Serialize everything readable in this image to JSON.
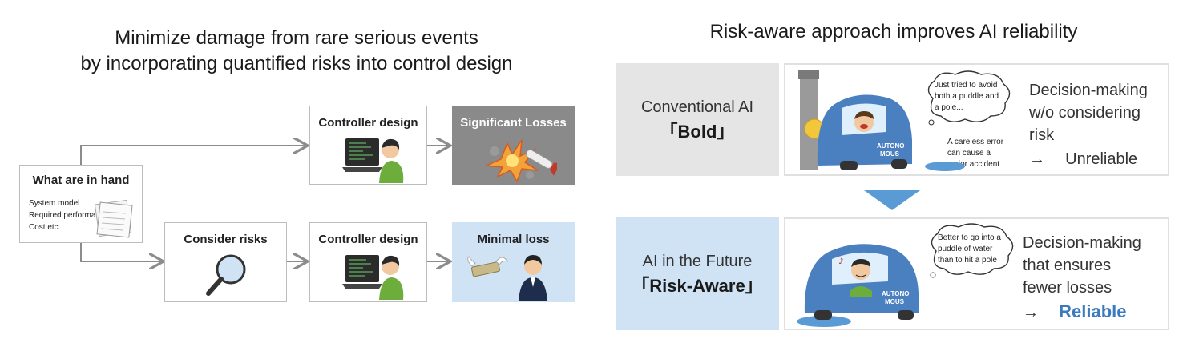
{
  "left": {
    "title_line1": "Minimize damage from rare serious events",
    "title_line2": "by incorporating quantified risks into control design",
    "in_hand": {
      "title": "What are in hand",
      "items": [
        "System model",
        "Required performance",
        "Cost etc"
      ]
    },
    "top_row": {
      "controller_label": "Controller design",
      "outcome_label": "Significant Losses"
    },
    "bottom_row": {
      "consider_label": "Consider risks",
      "controller_label": "Controller design",
      "outcome_label": "Minimal loss"
    }
  },
  "right": {
    "title": "Risk-aware approach improves AI reliability",
    "conventional": {
      "line1": "Conventional AI",
      "line2": "「Bold」",
      "bubble": [
        "Just tried to avoid",
        "both a puddle and",
        "a pole..."
      ],
      "note": [
        "A careless error",
        "can cause a",
        "major accident"
      ],
      "car_text": [
        "AUTONO",
        "MOUS"
      ],
      "desc": [
        "Decision-making",
        "w/o considering",
        "risk"
      ],
      "arrow": "→",
      "verdict": "Unreliable"
    },
    "future": {
      "line1": "AI in the Future",
      "line2": "「Risk-Aware」",
      "bubble": [
        "Better to go into a",
        "puddle of water",
        "than to hit a pole"
      ],
      "car_text": [
        "AUTONO",
        "MOUS"
      ],
      "desc": [
        "Decision-making",
        "that ensures",
        "fewer losses"
      ],
      "arrow": "→",
      "verdict": "Reliable"
    }
  },
  "colors": {
    "gray_box": "#8a8a8a",
    "light_blue": "#cfe3f5",
    "light_gray": "#e5e5e5",
    "arrow_blue": "#5b9bd5",
    "car_blue": "#4a7fc0",
    "reliable_blue": "#3a7bbf"
  }
}
